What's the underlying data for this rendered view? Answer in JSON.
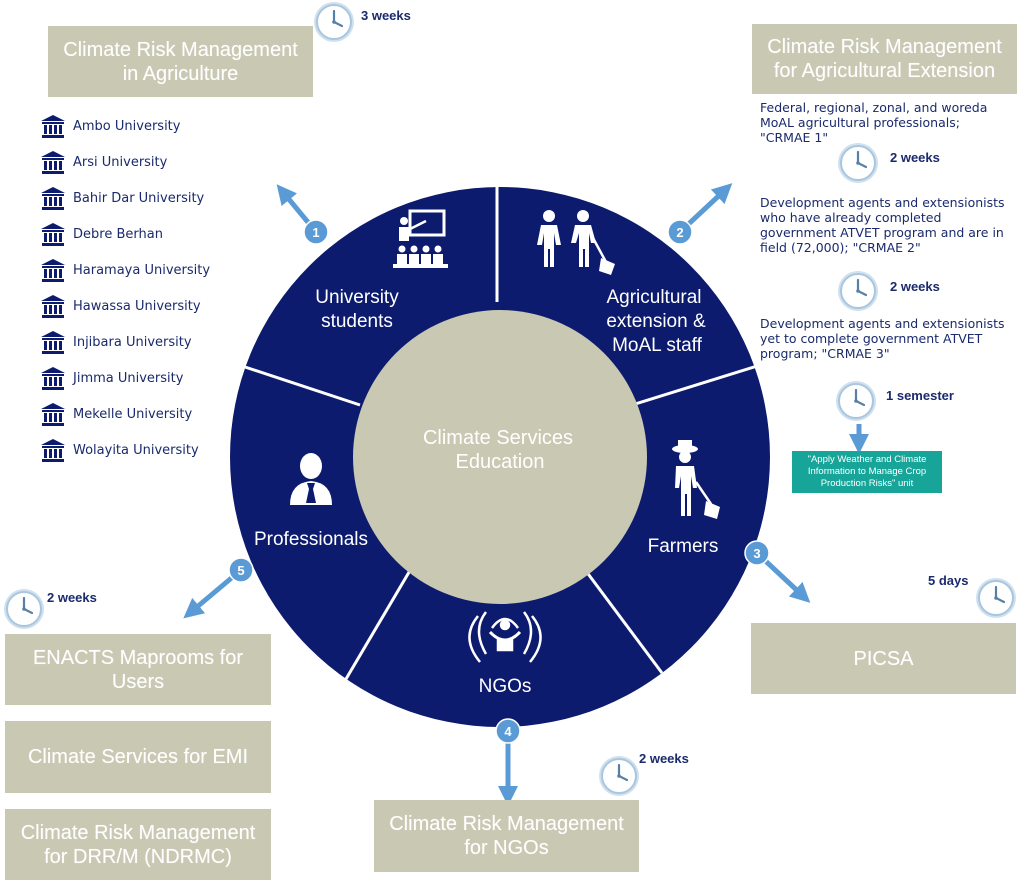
{
  "center_label": [
    "Climate Services",
    "Education"
  ],
  "segments": [
    {
      "label": [
        "University",
        "students"
      ]
    },
    {
      "label": [
        "Agricultural",
        "extension &",
        "MoAL staff"
      ]
    },
    {
      "label": [
        "Farmers"
      ]
    },
    {
      "label": [
        "NGOs"
      ]
    },
    {
      "label": [
        "Professionals"
      ]
    }
  ],
  "badges": [
    "1",
    "2",
    "3",
    "4",
    "5"
  ],
  "courses": {
    "crma": "Climate Risk Management in Agriculture",
    "crmae": "Climate Risk Management for Agricultural Extension",
    "picsa": "PICSA",
    "ngos": "Climate Risk Management for NGOs",
    "enacts": "ENACTS Maprooms for Users",
    "emi": "Climate Services for EMI",
    "drr": "Climate Risk Management for DRR/M (NDRMC)"
  },
  "durations": {
    "crma": "3 weeks",
    "crmae1": "2 weeks",
    "crmae2": "2 weeks",
    "crmae3": "1 semester",
    "picsa": "5 days",
    "ngos": "2 weeks",
    "enacts": "2 weeks"
  },
  "crmae_descriptions": {
    "d1": "Federal, regional, zonal, and woreda MoAL agricultural professionals; \"CRMAE 1\"",
    "d2": "Development agents and extensionists who have already completed government ATVET program and are in field (72,000); \"CRMAE 2\"",
    "d3": "Development agents and extensionists yet to complete government ATVET program; \"CRMAE 3\""
  },
  "unit": "\"Apply Weather and Climate Information to Manage Crop Production Risks\" unit",
  "universities": [
    "Ambo University",
    "Arsi University",
    "Bahir Dar University",
    "Debre Berhan",
    "Haramaya University",
    "Hawassa University",
    "Injibara University",
    "Jimma University",
    "Mekelle University",
    "Wolayita University"
  ],
  "icons": {
    "university": "university-building-icon",
    "clock": "clock-icon",
    "students": "classroom-icon",
    "extension": "extension-workers-icon",
    "farmer": "farmer-icon",
    "ngo": "un-emblem-icon",
    "professional": "professional-person-icon"
  },
  "colors": {
    "ring": "#0d1b6e",
    "center": "#c9c8b3",
    "box": "#c9c8b3",
    "arrow": "#5b9bd5",
    "text": "#1a2a6c",
    "unit_box": "#17a59a"
  }
}
